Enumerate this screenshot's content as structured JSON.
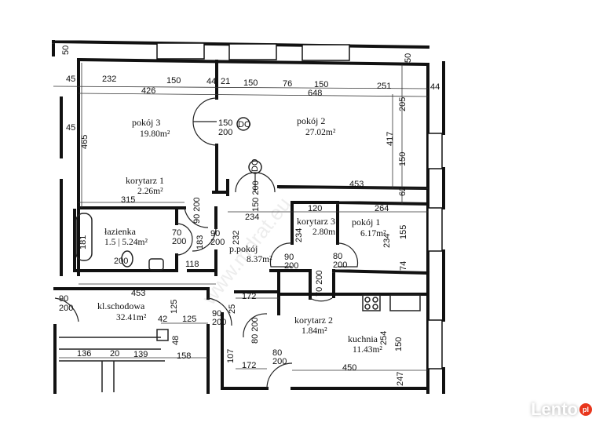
{
  "rooms": {
    "pokoj3": {
      "name": "pokój 3",
      "area": "19.80m²"
    },
    "pokoj2": {
      "name": "pokój 2",
      "area": "27.02m²"
    },
    "korytarz1": {
      "name": "korytarz 1",
      "area": "2.26m²"
    },
    "lazienka": {
      "name": "łazienka",
      "area": "1.5 | 5.24m²"
    },
    "ppokoj": {
      "name": "p.pokój",
      "area": "8.37m²"
    },
    "korytarz3": {
      "name": "korytarz 3",
      "area": "2.80m"
    },
    "pokoj1": {
      "name": "pokój 1",
      "area": "6.17m²"
    },
    "klatka": {
      "name": "kl.schodowa",
      "area": "32.41m²"
    },
    "korytarz2": {
      "name": "korytarz 2",
      "area": "1.84m²"
    },
    "kuchnia": {
      "name": "kuchnia",
      "area": "11.43m²"
    }
  },
  "markers": {
    "do1": "DO",
    "do2": "DO"
  },
  "dims": [
    "50",
    "45",
    "232",
    "150",
    "44",
    "21",
    "150",
    "76",
    "150",
    "251",
    "44",
    "426",
    "648",
    "50",
    "205",
    "45",
    "465",
    "417",
    "150",
    "453",
    "62",
    "315",
    "150",
    "200",
    "150 200",
    "90 200",
    "70",
    "200",
    "90",
    "200",
    "232",
    "183",
    "181",
    "118",
    "200",
    "234",
    "120",
    "264",
    "155",
    "234",
    "234",
    "74",
    "90",
    "200",
    "80",
    "200",
    "70 200",
    "453",
    "90",
    "200",
    "172",
    "125",
    "42",
    "125",
    "90",
    "200",
    "25",
    "48",
    "80 200",
    "136",
    "20",
    "139",
    "158",
    "107",
    "172",
    "80",
    "200",
    "450",
    "254",
    "150",
    "247"
  ],
  "watermark": "www.mdrat.eu",
  "logo": {
    "text": "Lento",
    "badge": "pl",
    "badge_color": "#e8361c"
  }
}
